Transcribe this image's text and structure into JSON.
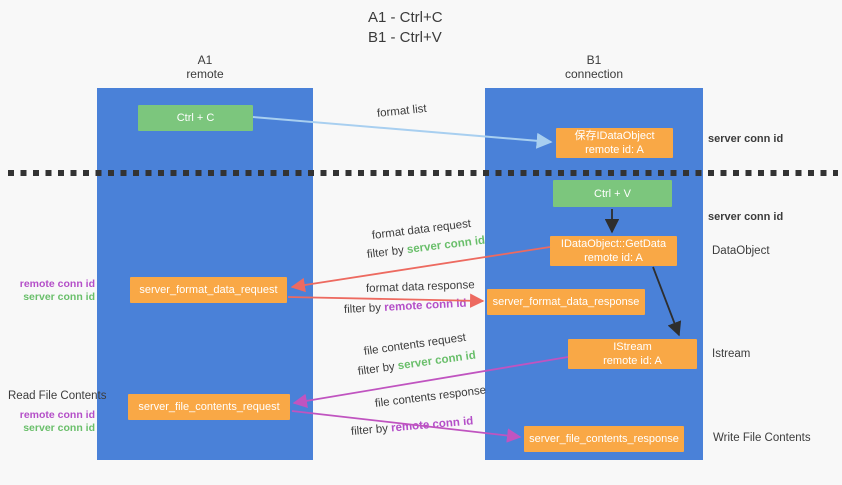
{
  "title": {
    "line1": "A1 - Ctrl+C",
    "line2": "B1 - Ctrl+V"
  },
  "columns": {
    "left": {
      "title": "A1",
      "subtitle": "remote"
    },
    "right": {
      "title": "B1",
      "subtitle": "connection"
    }
  },
  "boxes": {
    "ctrl_c": "Ctrl + C",
    "ctrl_v": "Ctrl + V",
    "save_dataobject": {
      "line1": "保存IDataObject",
      "line2": "remote id: A"
    },
    "getdata": {
      "line1": "IDataObject::GetData",
      "line2": "remote id: A"
    },
    "istream": {
      "line1": "IStream",
      "line2": "remote id: A"
    },
    "format_request": "server_format_data_request",
    "format_response": "server_format_data_response",
    "file_request": "server_file_contents_request",
    "file_response": "server_file_contents_response"
  },
  "strings": {
    "filter_by": "filter by",
    "server_conn_id": "server conn id",
    "remote_conn_id": "remote conn id"
  },
  "arrow_labels": {
    "format_list": "format list",
    "format_data_request": "format data request",
    "format_data_response": "format data response",
    "file_contents_request": "file contents request",
    "file_contents_response": "file contents response"
  },
  "side_labels": {
    "dataobject": "DataObject",
    "istream": "Istream",
    "read_file_contents": "Read File Contents",
    "write_file_contents": "Write File Contents"
  },
  "colors": {
    "column_blue": "#4a81d8",
    "box_green": "#7cc67d",
    "box_orange": "#f9a846",
    "arrow_blue": "#a8cff0",
    "arrow_black": "#2e2e2e",
    "arrow_red": "#ed6a60",
    "arrow_magenta": "#c054c0",
    "text_green": "#6abf6b",
    "text_purple": "#b44fc8"
  }
}
